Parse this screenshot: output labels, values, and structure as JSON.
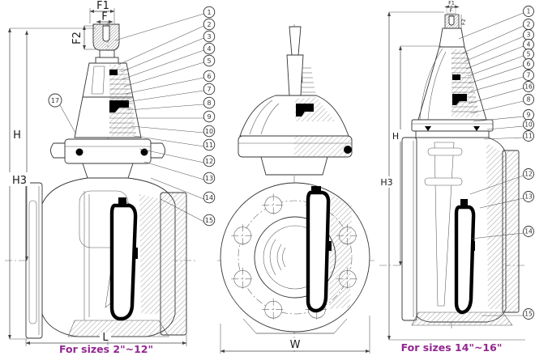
{
  "dimensions": {
    "f1": "F1",
    "f": "F",
    "f2": "F2",
    "h": "H",
    "h3": "H3",
    "l": "L",
    "w": "W"
  },
  "captions": {
    "left": "For sizes 2\"~12\"",
    "right": "For sizes 14\"~16\""
  },
  "callouts": {
    "center": [
      "1",
      "2",
      "3",
      "4",
      "5",
      "6",
      "7",
      "8",
      "9",
      "10",
      "11",
      "12",
      "13",
      "14",
      "15"
    ],
    "right": [
      "1",
      "2",
      "3",
      "4",
      "5",
      "6",
      "7",
      "16",
      "8",
      "9",
      "10",
      "11",
      "12",
      "13",
      "14",
      "15"
    ],
    "left_view": "17"
  },
  "colors": {
    "line": "#333333",
    "caption": "#92278f",
    "black_fill": "#000000",
    "background": "#ffffff"
  }
}
